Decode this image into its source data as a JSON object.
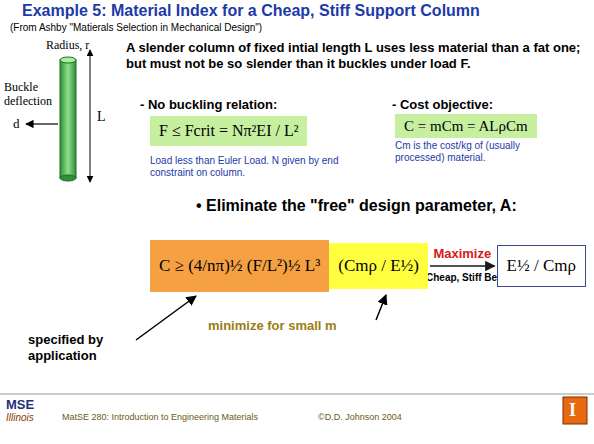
{
  "diagram": {
    "title": "Example 5: Material Index for a Cheap, Stiff Support Column",
    "nodes": [
      {
        "text": [
          "F ≤ Fcrit = Nπ²EI / L²"
        ]
      },
      {
        "text": [
          "C = mCm = ALρCm"
        ]
      },
      {
        "text": [
          "C ≥ (4/nπ)½ (F/L²)½ L³"
        ]
      },
      {
        "text": [
          "(Cmρ / E½)"
        ]
      },
      {
        "text": [
          "E½ / Cmρ"
        ]
      }
    ],
    "edges": [
      {
        "from": 3,
        "to": 4,
        "arrow": "to",
        "label": "Maximize"
      }
    ],
    "labels": [
      "(From Ashby \"Matierals Selection in Mechanical Design\")",
      "Radius, r",
      "Buckle deflection",
      "d",
      "L",
      "A slender column of fixed intial length L uses less material than a fat one; but must not be so slender than it buckles under load F.",
      "- No buckling relation:",
      "- Cost objective:",
      "Load less than Euler Load. N given by end constraint on column.",
      "Cm is the cost/kg of (usually processed) material.",
      "• Eliminate the \"free\" design parameter, A:",
      "Cheap, Stiff Beam",
      "specified by application",
      "minimize for small m",
      "MSE",
      "Illinois",
      "MatSE 280: Introduction to Engineering Materials",
      "©D.D. Johnson 2004",
      "I"
    ]
  }
}
